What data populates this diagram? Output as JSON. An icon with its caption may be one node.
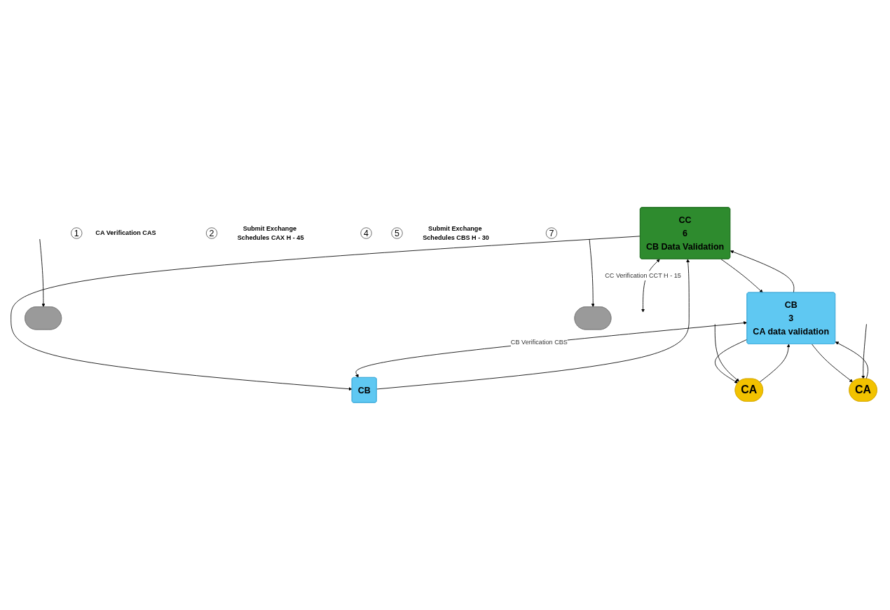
{
  "diagram": {
    "nodes": [
      {
        "text": [
          "CC",
          "6",
          "CB Data Validation"
        ]
      },
      {
        "text": [
          "CB",
          "3",
          "CA data validation"
        ]
      },
      {
        "text": [
          "CB"
        ]
      },
      {
        "text": [
          "CA"
        ]
      },
      {
        "text": [
          "CA"
        ]
      },
      {
        "text": [],
        "shape": "ellipse"
      },
      {
        "text": [],
        "shape": "ellipse"
      },
      {
        "text": [
          "1"
        ],
        "beside": [
          "CA Verification CAS"
        ]
      },
      {
        "text": [
          "2"
        ],
        "beside": [
          "Submit Exchange Schedules CAX H - 45"
        ]
      },
      {
        "text": [
          "4"
        ]
      },
      {
        "text": [
          "5"
        ],
        "beside": [
          "Submit Exchange Schedules CBS H - 30"
        ]
      },
      {
        "text": [
          "7"
        ]
      }
    ],
    "edges": [
      {
        "from": 0,
        "to": 1,
        "arrow": "to"
      },
      {
        "from": 1,
        "to": 0,
        "arrow": "to"
      },
      {
        "from": 0,
        "to": 2,
        "arrow": "to"
      },
      {
        "from": 2,
        "to": 0,
        "arrow": "to"
      },
      {
        "from": 1,
        "to": 2,
        "arrow": "both",
        "label": "CB Verification CBS"
      },
      {
        "from": 0,
        "to": null,
        "arrow": "both",
        "label": "CC Verification CCT H - 15"
      },
      {
        "from": 1,
        "to": 3,
        "arrow": "to"
      },
      {
        "from": 3,
        "to": 1,
        "arrow": "to"
      },
      {
        "from": 1,
        "to": 4,
        "arrow": "to"
      },
      {
        "from": 4,
        "to": 1,
        "arrow": "to"
      },
      {
        "from": null,
        "to": 3,
        "arrow": "to"
      },
      {
        "from": null,
        "to": 4,
        "arrow": "to"
      },
      {
        "from": null,
        "to": 5,
        "arrow": "to"
      },
      {
        "from": null,
        "to": 6,
        "arrow": "to"
      }
    ]
  }
}
